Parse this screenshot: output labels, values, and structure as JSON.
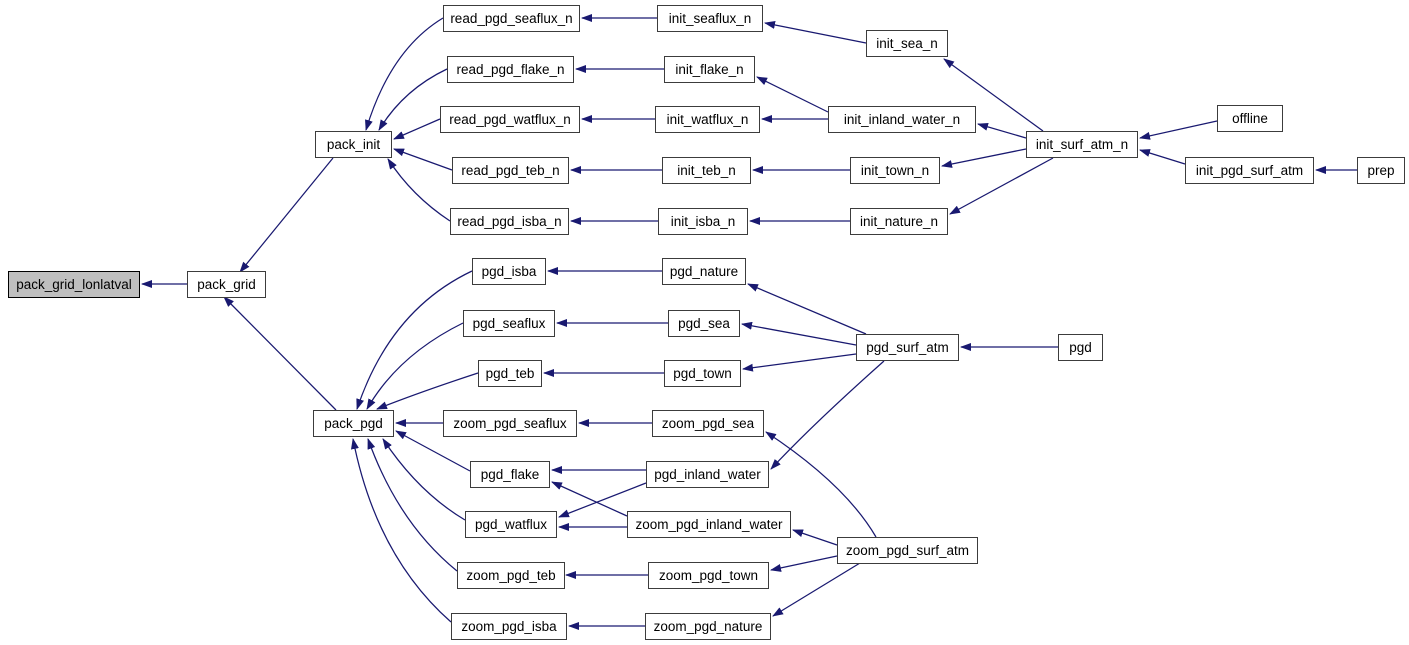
{
  "diagram": {
    "type": "call-graph",
    "highlighted_node": "pack_grid_lonlatval",
    "colors": {
      "background": "#ffffff",
      "edge": "#191970",
      "node_fill": "#ffffff",
      "node_border": "#3c3c3c",
      "highlight_fill": "#bfbfbf",
      "highlight_border": "#000000",
      "text": "#000000"
    },
    "nodes": [
      {
        "id": "pack_grid_lonlatval",
        "label": "pack_grid_lonlatval",
        "highlighted": true
      },
      {
        "id": "pack_grid",
        "label": "pack_grid",
        "highlighted": false
      },
      {
        "id": "pack_init",
        "label": "pack_init",
        "highlighted": false
      },
      {
        "id": "pack_pgd",
        "label": "pack_pgd",
        "highlighted": false
      },
      {
        "id": "read_pgd_seaflux_n",
        "label": "read_pgd_seaflux_n",
        "highlighted": false
      },
      {
        "id": "init_seaflux_n",
        "label": "init_seaflux_n",
        "highlighted": false
      },
      {
        "id": "init_sea_n",
        "label": "init_sea_n",
        "highlighted": false
      },
      {
        "id": "read_pgd_flake_n",
        "label": "read_pgd_flake_n",
        "highlighted": false
      },
      {
        "id": "init_flake_n",
        "label": "init_flake_n",
        "highlighted": false
      },
      {
        "id": "read_pgd_watflux_n",
        "label": "read_pgd_watflux_n",
        "highlighted": false
      },
      {
        "id": "init_watflux_n",
        "label": "init_watflux_n",
        "highlighted": false
      },
      {
        "id": "init_inland_water_n",
        "label": "init_inland_water_n",
        "highlighted": false
      },
      {
        "id": "init_surf_atm_n",
        "label": "init_surf_atm_n",
        "highlighted": false
      },
      {
        "id": "offline",
        "label": "offline",
        "highlighted": false
      },
      {
        "id": "read_pgd_teb_n",
        "label": "read_pgd_teb_n",
        "highlighted": false
      },
      {
        "id": "init_teb_n",
        "label": "init_teb_n",
        "highlighted": false
      },
      {
        "id": "init_town_n",
        "label": "init_town_n",
        "highlighted": false
      },
      {
        "id": "init_pgd_surf_atm",
        "label": "init_pgd_surf_atm",
        "highlighted": false
      },
      {
        "id": "prep",
        "label": "prep",
        "highlighted": false
      },
      {
        "id": "read_pgd_isba_n",
        "label": "read_pgd_isba_n",
        "highlighted": false
      },
      {
        "id": "init_isba_n",
        "label": "init_isba_n",
        "highlighted": false
      },
      {
        "id": "init_nature_n",
        "label": "init_nature_n",
        "highlighted": false
      },
      {
        "id": "pgd_isba",
        "label": "pgd_isba",
        "highlighted": false
      },
      {
        "id": "pgd_nature",
        "label": "pgd_nature",
        "highlighted": false
      },
      {
        "id": "pgd_seaflux",
        "label": "pgd_seaflux",
        "highlighted": false
      },
      {
        "id": "pgd_sea",
        "label": "pgd_sea",
        "highlighted": false
      },
      {
        "id": "pgd_surf_atm",
        "label": "pgd_surf_atm",
        "highlighted": false
      },
      {
        "id": "pgd",
        "label": "pgd",
        "highlighted": false
      },
      {
        "id": "pgd_teb",
        "label": "pgd_teb",
        "highlighted": false
      },
      {
        "id": "pgd_town",
        "label": "pgd_town",
        "highlighted": false
      },
      {
        "id": "zoom_pgd_seaflux",
        "label": "zoom_pgd_seaflux",
        "highlighted": false
      },
      {
        "id": "zoom_pgd_sea",
        "label": "zoom_pgd_sea",
        "highlighted": false
      },
      {
        "id": "pgd_flake",
        "label": "pgd_flake",
        "highlighted": false
      },
      {
        "id": "pgd_inland_water",
        "label": "pgd_inland_water",
        "highlighted": false
      },
      {
        "id": "pgd_watflux",
        "label": "pgd_watflux",
        "highlighted": false
      },
      {
        "id": "zoom_pgd_inland_water",
        "label": "zoom_pgd_inland_water",
        "highlighted": false
      },
      {
        "id": "zoom_pgd_surf_atm",
        "label": "zoom_pgd_surf_atm",
        "highlighted": false
      },
      {
        "id": "zoom_pgd_teb",
        "label": "zoom_pgd_teb",
        "highlighted": false
      },
      {
        "id": "zoom_pgd_town",
        "label": "zoom_pgd_town",
        "highlighted": false
      },
      {
        "id": "zoom_pgd_isba",
        "label": "zoom_pgd_isba",
        "highlighted": false
      },
      {
        "id": "zoom_pgd_nature",
        "label": "zoom_pgd_nature",
        "highlighted": false
      }
    ],
    "edges": [
      {
        "from": "pack_grid",
        "to": "pack_grid_lonlatval"
      },
      {
        "from": "pack_init",
        "to": "pack_grid"
      },
      {
        "from": "pack_pgd",
        "to": "pack_grid"
      },
      {
        "from": "read_pgd_seaflux_n",
        "to": "pack_init"
      },
      {
        "from": "read_pgd_flake_n",
        "to": "pack_init"
      },
      {
        "from": "read_pgd_watflux_n",
        "to": "pack_init"
      },
      {
        "from": "read_pgd_teb_n",
        "to": "pack_init"
      },
      {
        "from": "read_pgd_isba_n",
        "to": "pack_init"
      },
      {
        "from": "init_seaflux_n",
        "to": "read_pgd_seaflux_n"
      },
      {
        "from": "init_flake_n",
        "to": "read_pgd_flake_n"
      },
      {
        "from": "init_watflux_n",
        "to": "read_pgd_watflux_n"
      },
      {
        "from": "init_teb_n",
        "to": "read_pgd_teb_n"
      },
      {
        "from": "init_isba_n",
        "to": "read_pgd_isba_n"
      },
      {
        "from": "init_sea_n",
        "to": "init_seaflux_n"
      },
      {
        "from": "init_inland_water_n",
        "to": "init_flake_n"
      },
      {
        "from": "init_inland_water_n",
        "to": "init_watflux_n"
      },
      {
        "from": "init_town_n",
        "to": "init_teb_n"
      },
      {
        "from": "init_nature_n",
        "to": "init_isba_n"
      },
      {
        "from": "init_surf_atm_n",
        "to": "init_sea_n"
      },
      {
        "from": "init_surf_atm_n",
        "to": "init_inland_water_n"
      },
      {
        "from": "init_surf_atm_n",
        "to": "init_town_n"
      },
      {
        "from": "init_surf_atm_n",
        "to": "init_nature_n"
      },
      {
        "from": "offline",
        "to": "init_surf_atm_n"
      },
      {
        "from": "init_pgd_surf_atm",
        "to": "init_surf_atm_n"
      },
      {
        "from": "prep",
        "to": "init_pgd_surf_atm"
      },
      {
        "from": "pgd_nature",
        "to": "pgd_isba"
      },
      {
        "from": "pgd_sea",
        "to": "pgd_seaflux"
      },
      {
        "from": "pgd_town",
        "to": "pgd_teb"
      },
      {
        "from": "pgd_surf_atm",
        "to": "pgd_nature"
      },
      {
        "from": "pgd_surf_atm",
        "to": "pgd_sea"
      },
      {
        "from": "pgd_surf_atm",
        "to": "pgd_town"
      },
      {
        "from": "pgd_surf_atm",
        "to": "pgd_inland_water"
      },
      {
        "from": "pgd",
        "to": "pgd_surf_atm"
      },
      {
        "from": "pgd_isba",
        "to": "pack_pgd"
      },
      {
        "from": "pgd_seaflux",
        "to": "pack_pgd"
      },
      {
        "from": "pgd_teb",
        "to": "pack_pgd"
      },
      {
        "from": "zoom_pgd_seaflux",
        "to": "pack_pgd"
      },
      {
        "from": "pgd_flake",
        "to": "pack_pgd"
      },
      {
        "from": "pgd_watflux",
        "to": "pack_pgd"
      },
      {
        "from": "zoom_pgd_teb",
        "to": "pack_pgd"
      },
      {
        "from": "zoom_pgd_isba",
        "to": "pack_pgd"
      },
      {
        "from": "zoom_pgd_sea",
        "to": "zoom_pgd_seaflux"
      },
      {
        "from": "pgd_inland_water",
        "to": "pgd_flake"
      },
      {
        "from": "pgd_inland_water",
        "to": "pgd_watflux"
      },
      {
        "from": "zoom_pgd_inland_water",
        "to": "pgd_flake"
      },
      {
        "from": "zoom_pgd_inland_water",
        "to": "pgd_watflux"
      },
      {
        "from": "zoom_pgd_surf_atm",
        "to": "zoom_pgd_sea"
      },
      {
        "from": "zoom_pgd_surf_atm",
        "to": "zoom_pgd_inland_water"
      },
      {
        "from": "zoom_pgd_surf_atm",
        "to": "zoom_pgd_town"
      },
      {
        "from": "zoom_pgd_surf_atm",
        "to": "zoom_pgd_nature"
      },
      {
        "from": "zoom_pgd_town",
        "to": "zoom_pgd_teb"
      },
      {
        "from": "zoom_pgd_nature",
        "to": "zoom_pgd_isba"
      }
    ]
  }
}
